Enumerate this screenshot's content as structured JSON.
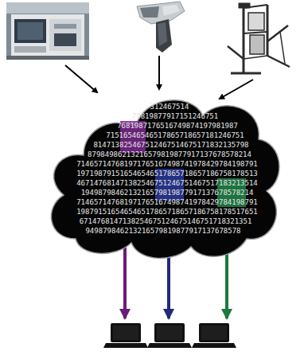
{
  "diagram": {
    "nodes": [
      {
        "text": [
          "312467514",
          "79819877917151246751",
          "7681987176516749874197981987",
          "71516546546517865718657181246751",
          "814713825467512467514675171832135798",
          "87984986213216579819877917137678578214",
          "714657147681971765167498741978429784198791",
          "197198791516546546517865718657186758178513",
          "467147681471382546751246751467517183213514",
          "1949879846213216579819877917137678578214",
          "714657147681971765167498741978429784198791",
          "198791516546546517865718657186758178517651",
          "6714768147138254675124675146751718321351",
          "949879846213216579819877917137678578"
        ]
      }
    ]
  }
}
